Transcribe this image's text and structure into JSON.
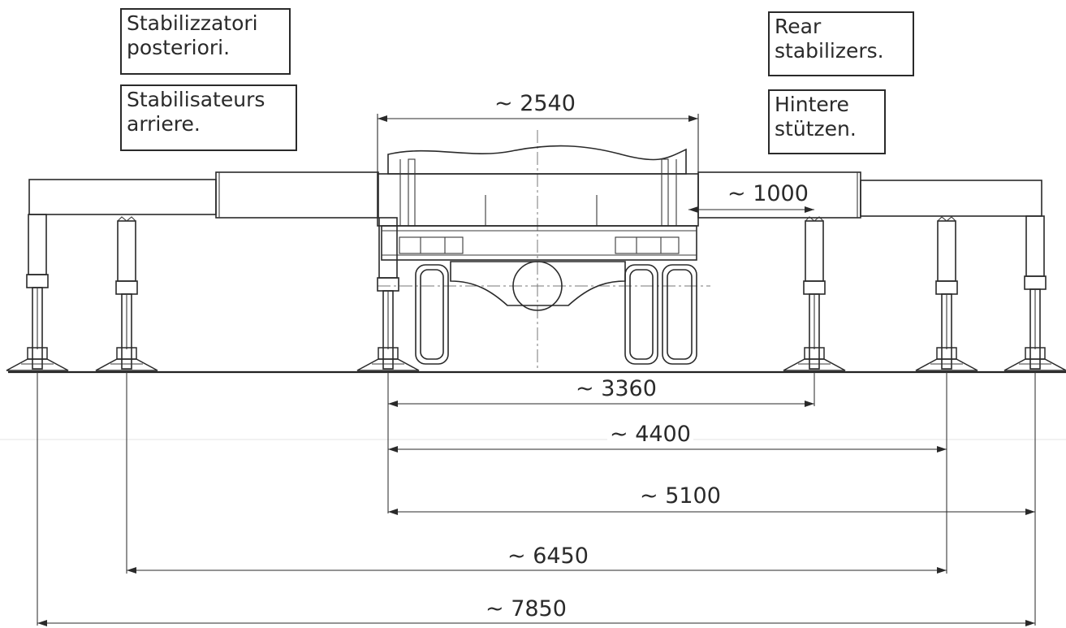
{
  "labels": {
    "italian": "Stabilizzatori\nposteriori.",
    "french": "Stabilisateurs\narriere.",
    "english": "Rear\nstabilizers.",
    "german": "Hintere\nstützen."
  },
  "dimensions": {
    "width_2540": "~ 2540",
    "offset_1000": "~ 1000",
    "span_3360": "~ 3360",
    "span_4400": "~ 4400",
    "span_5100": "~ 5100",
    "span_6450": "~ 6450",
    "span_7850": "~ 7850"
  },
  "colors": {
    "line": "#2a2a2a",
    "background": "#ffffff"
  }
}
